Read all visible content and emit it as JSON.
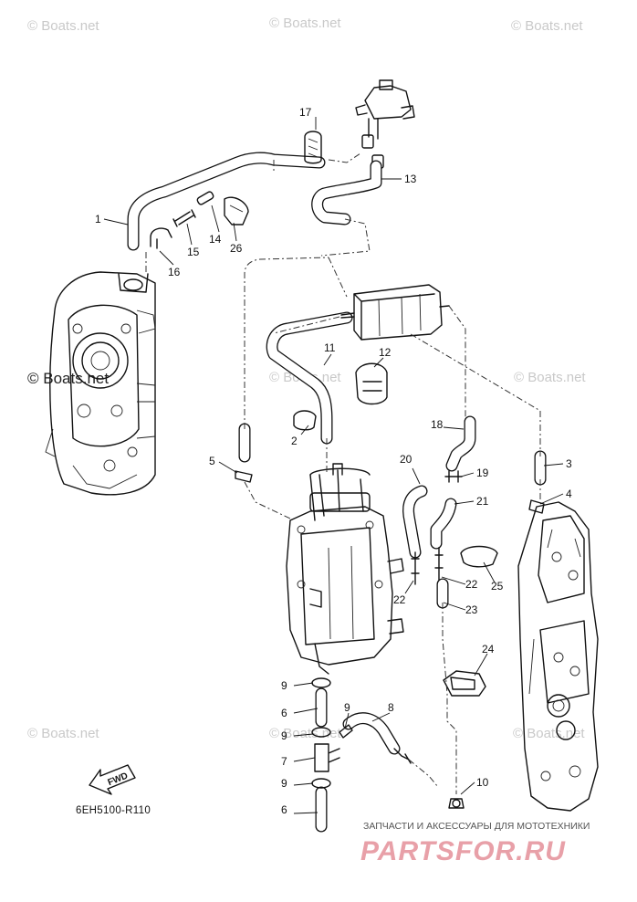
{
  "watermarks": [
    {
      "text": "© Boats.net"
    },
    {
      "text": "© Boats.net"
    },
    {
      "text": "© Boats.net"
    },
    {
      "text": "© Boats.net"
    },
    {
      "text": "© Boats.net"
    },
    {
      "text": "© Boats.net"
    },
    {
      "text": "© Boats.net"
    },
    {
      "text": "© Boats.net"
    },
    {
      "text": "© Boats.net"
    }
  ],
  "callouts": [
    "1",
    "2",
    "3",
    "4",
    "5",
    "6",
    "6",
    "7",
    "8",
    "9",
    "9",
    "9",
    "9",
    "10",
    "11",
    "12",
    "13",
    "14",
    "15",
    "16",
    "17",
    "18",
    "19",
    "20",
    "21",
    "22",
    "22",
    "23",
    "24",
    "25",
    "26"
  ],
  "forward_arrow_label": "FWD",
  "diagram_code": "6EH5100-R110",
  "brand": {
    "tagline": "ЗАПЧАСТИ И АКСЕССУАРЫ ДЛЯ МОТОТЕХНИКИ",
    "logo_text": "PARTSFOR.RU"
  }
}
